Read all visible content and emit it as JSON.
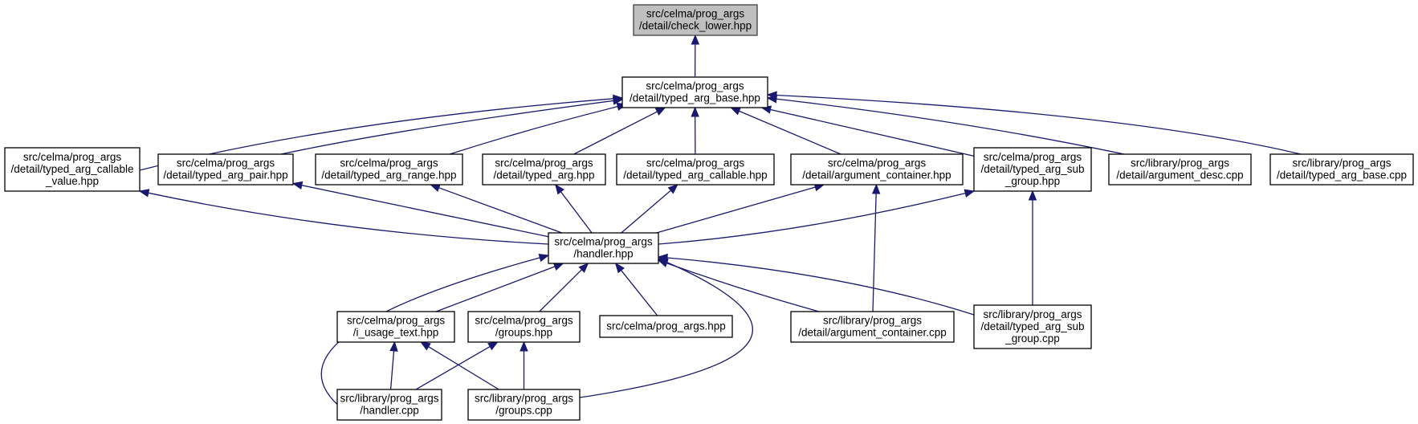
{
  "diagram": {
    "colors": {
      "edge": "#191970",
      "root_fill": "#bfbfbf",
      "node_fill": "#ffffff",
      "node_border": "#000000"
    },
    "nodes": {
      "check_lower": {
        "lines": [
          "src/celma/prog_args",
          "/detail/check_lower.hpp"
        ],
        "root": true
      },
      "typed_arg_base": {
        "lines": [
          "src/celma/prog_args",
          "/detail/typed_arg_base.hpp"
        ]
      },
      "typed_arg_callable_value": {
        "lines": [
          "src/celma/prog_args",
          "/detail/typed_arg_callable",
          "_value.hpp"
        ]
      },
      "typed_arg_pair": {
        "lines": [
          "src/celma/prog_args",
          "/detail/typed_arg_pair.hpp"
        ]
      },
      "typed_arg_range": {
        "lines": [
          "src/celma/prog_args",
          "/detail/typed_arg_range.hpp"
        ]
      },
      "typed_arg": {
        "lines": [
          "src/celma/prog_args",
          "/detail/typed_arg.hpp"
        ]
      },
      "typed_arg_callable": {
        "lines": [
          "src/celma/prog_args",
          "/detail/typed_arg_callable.hpp"
        ]
      },
      "argument_container_hpp": {
        "lines": [
          "src/celma/prog_args",
          "/detail/argument_container.hpp"
        ]
      },
      "typed_arg_sub_group_hpp": {
        "lines": [
          "src/celma/prog_args",
          "/detail/typed_arg_sub",
          "_group.hpp"
        ]
      },
      "argument_desc_cpp": {
        "lines": [
          "src/library/prog_args",
          "/detail/argument_desc.cpp"
        ]
      },
      "typed_arg_base_cpp": {
        "lines": [
          "src/library/prog_args",
          "/detail/typed_arg_base.cpp"
        ]
      },
      "handler_hpp": {
        "lines": [
          "src/celma/prog_args",
          "/handler.hpp"
        ]
      },
      "i_usage_text": {
        "lines": [
          "src/celma/prog_args",
          "/i_usage_text.hpp"
        ]
      },
      "groups_hpp": {
        "lines": [
          "src/celma/prog_args",
          "/groups.hpp"
        ]
      },
      "prog_args_hpp": {
        "lines": [
          "src/celma/prog_args.hpp"
        ]
      },
      "argument_container_cpp": {
        "lines": [
          "src/library/prog_args",
          "/detail/argument_container.cpp"
        ]
      },
      "typed_arg_sub_group_cpp": {
        "lines": [
          "src/library/prog_args",
          "/detail/typed_arg_sub",
          "_group.cpp"
        ]
      },
      "handler_cpp": {
        "lines": [
          "src/library/prog_args",
          "/handler.cpp"
        ]
      },
      "groups_cpp": {
        "lines": [
          "src/library/prog_args",
          "/groups.cpp"
        ]
      }
    },
    "edges": [
      [
        "typed_arg_base",
        "check_lower"
      ],
      [
        "typed_arg_callable_value",
        "typed_arg_base"
      ],
      [
        "typed_arg_pair",
        "typed_arg_base"
      ],
      [
        "typed_arg_range",
        "typed_arg_base"
      ],
      [
        "typed_arg",
        "typed_arg_base"
      ],
      [
        "typed_arg_callable",
        "typed_arg_base"
      ],
      [
        "argument_container_hpp",
        "typed_arg_base"
      ],
      [
        "typed_arg_sub_group_hpp",
        "typed_arg_base"
      ],
      [
        "argument_desc_cpp",
        "typed_arg_base"
      ],
      [
        "typed_arg_base_cpp",
        "typed_arg_base"
      ],
      [
        "handler_hpp",
        "typed_arg_callable_value"
      ],
      [
        "handler_hpp",
        "typed_arg_pair"
      ],
      [
        "handler_hpp",
        "typed_arg_range"
      ],
      [
        "handler_hpp",
        "typed_arg"
      ],
      [
        "handler_hpp",
        "typed_arg_callable"
      ],
      [
        "handler_hpp",
        "argument_container_hpp"
      ],
      [
        "handler_hpp",
        "typed_arg_sub_group_hpp"
      ],
      [
        "argument_container_cpp",
        "argument_container_hpp"
      ],
      [
        "typed_arg_sub_group_cpp",
        "typed_arg_sub_group_hpp"
      ],
      [
        "i_usage_text",
        "handler_hpp"
      ],
      [
        "groups_hpp",
        "handler_hpp"
      ],
      [
        "prog_args_hpp",
        "handler_hpp"
      ],
      [
        "argument_container_cpp",
        "handler_hpp"
      ],
      [
        "typed_arg_sub_group_cpp",
        "handler_hpp"
      ],
      [
        "handler_cpp",
        "handler_hpp"
      ],
      [
        "groups_cpp",
        "handler_hpp"
      ],
      [
        "handler_cpp",
        "i_usage_text"
      ],
      [
        "groups_cpp",
        "i_usage_text"
      ],
      [
        "handler_cpp",
        "groups_hpp"
      ],
      [
        "groups_cpp",
        "groups_hpp"
      ]
    ]
  }
}
